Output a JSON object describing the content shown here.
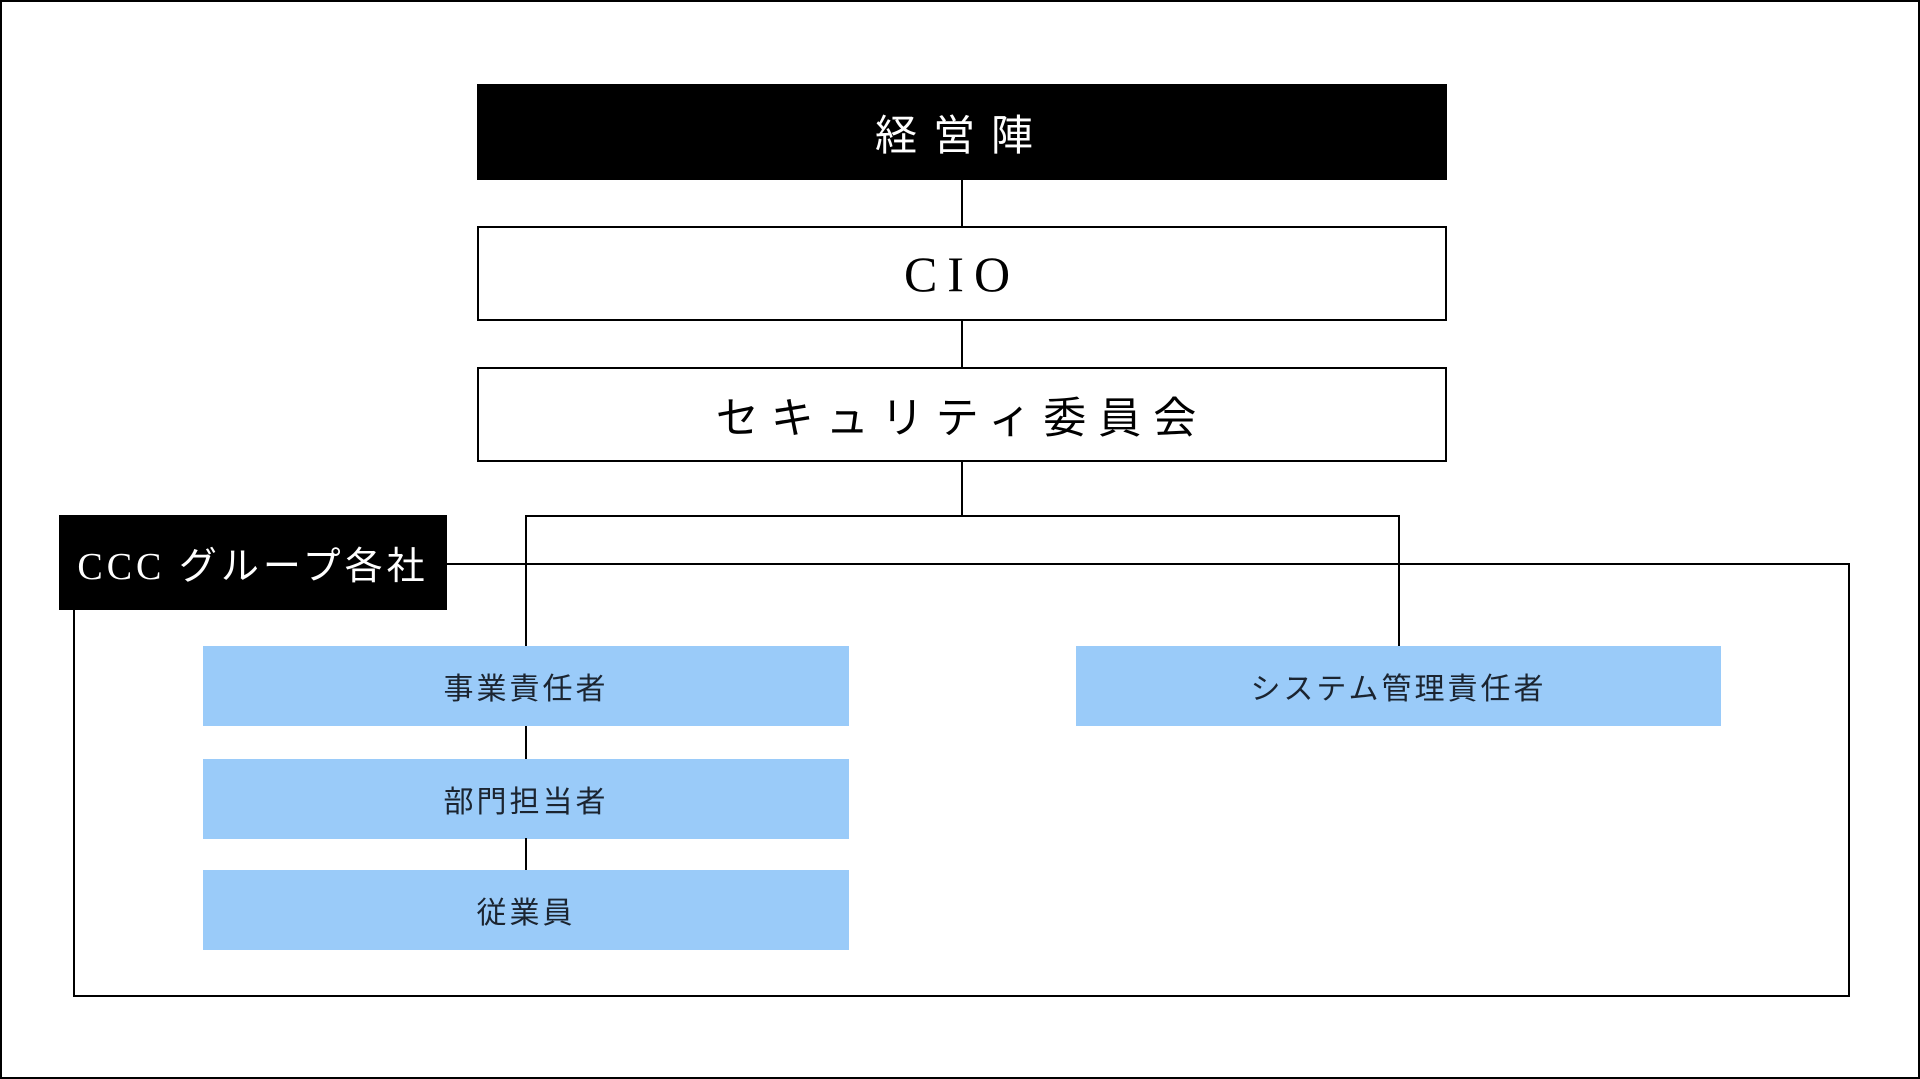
{
  "diagram": {
    "type": "org-chart",
    "nodes": {
      "management": {
        "label": "経営陣",
        "style": "black-filled"
      },
      "cio": {
        "label": "CIO",
        "style": "white-outlined"
      },
      "security_committee": {
        "label": "セキュリティ委員会",
        "style": "white-outlined"
      },
      "group_companies": {
        "label": "CCC グループ各社",
        "style": "black-filled"
      },
      "business_owner": {
        "label": "事業責任者",
        "style": "blue-filled"
      },
      "department_staff": {
        "label": "部門担当者",
        "style": "blue-filled"
      },
      "employee": {
        "label": "従業員",
        "style": "blue-filled"
      },
      "system_admin": {
        "label": "システム管理責任者",
        "style": "blue-filled"
      }
    },
    "edges": [
      {
        "from": "management",
        "to": "cio"
      },
      {
        "from": "cio",
        "to": "security_committee"
      },
      {
        "from": "security_committee",
        "to": "business_owner"
      },
      {
        "from": "security_committee",
        "to": "system_admin"
      },
      {
        "from": "business_owner",
        "to": "department_staff"
      },
      {
        "from": "department_staff",
        "to": "employee"
      }
    ],
    "groups": [
      {
        "label_node": "group_companies",
        "members": [
          "business_owner",
          "department_staff",
          "employee",
          "system_admin"
        ]
      }
    ],
    "colors": {
      "background": "#ffffff",
      "border": "#000000",
      "black_node_bg": "#000000",
      "black_node_text": "#ffffff",
      "blue_node_bg": "#9ACBF9",
      "blue_node_text": "#1B2430"
    }
  }
}
